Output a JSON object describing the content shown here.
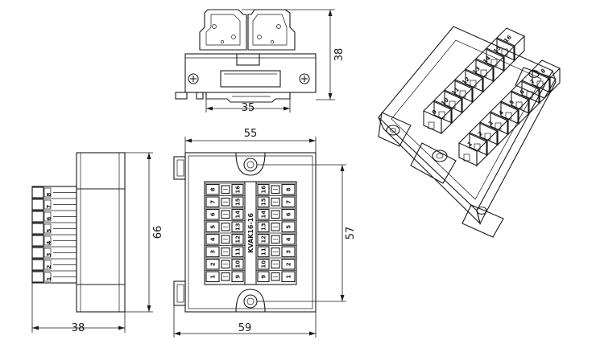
{
  "top_view": {
    "dim_height": "38",
    "dim_rail": "35"
  },
  "side_view": {
    "dim_height": "66",
    "dim_width": "38",
    "terminals": [
      "1",
      "2",
      "3",
      "4",
      "5",
      "6",
      "7",
      "8"
    ]
  },
  "front_view": {
    "dim_top": "55",
    "dim_right": "57",
    "dim_bottom": "59",
    "model": "KVAK16-16",
    "left_row_a": [
      "1",
      "2",
      "3",
      "4",
      "5",
      "6",
      "7",
      "8"
    ],
    "left_row_b": [
      "9",
      "10",
      "11",
      "12",
      "13",
      "14",
      "15",
      "16"
    ],
    "right_row_a": [
      "9",
      "10",
      "11",
      "12",
      "13",
      "14",
      "15",
      "16"
    ],
    "right_row_b": [
      "1",
      "2",
      "3",
      "4",
      "5",
      "6",
      "7",
      "8"
    ]
  },
  "iso_view": {
    "labels": [
      "9",
      "10",
      "11",
      "12",
      "13",
      "14",
      "15",
      "16",
      "1",
      "2",
      "3",
      "4",
      "5",
      "6",
      "7",
      "8"
    ]
  }
}
